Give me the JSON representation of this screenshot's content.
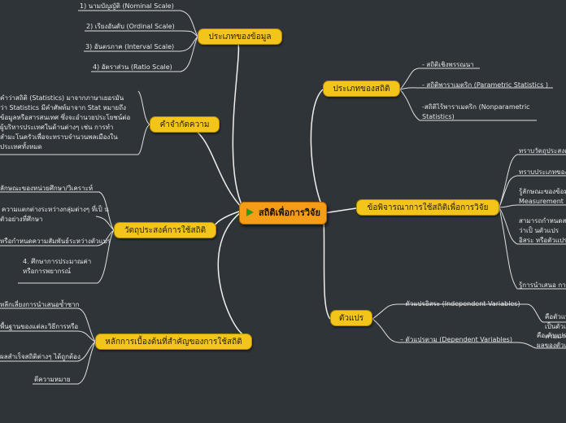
{
  "central": {
    "label": "สถิติเพื่อการวิจัย",
    "icon": "flag-icon"
  },
  "branches": {
    "types_of_data": {
      "label": "ประเภทของข้อมูล",
      "items": [
        "1) นามบัญญัติ (Nominal Scale)",
        "2) เรียงอันดับ (Ordinal Scale)",
        "3) อันตรภาค (Interval Scale)",
        "4) อัตราส่วน (Ratio Scale)"
      ]
    },
    "definition": {
      "label": "คำจำกัดความ",
      "text": [
        "คำว่าสถิติ (Statistics) มาจากภาษาเยอรมัน",
        "ว่า Statistics มีคำศัพท์มาจาก Stat หมายถึง",
        "ข้อมูลหรือสารสนเทศ ซึ่งจะอำนวยประโยชน์ต่อ",
        "ผู้บริหารประเทศในด้านต่างๆ เช่น การทำ",
        "สำมะโนครัวเพื่อจะทราบจำนวนพลเมืองใน",
        "ประเทศทั้งหมด"
      ]
    },
    "objectives": {
      "label": "วัตถุประสงค์การใช้สถิติ",
      "items": [
        "ลักษณะของหน่วยศึกษา/วิเคราะห์",
        "ความแตกต่างระหว่างกลุ่มต่างๆ ที่เป็ น",
        "ตัวอย่างที่ศึกษา",
        "หรือกำหนดความสัมพันธ์ระหว่างตัวแปร",
        "4. ศึกษาการประมาณค่า",
        "หรือการพยากรณ์"
      ]
    },
    "principles": {
      "label": "หลักการเบื้องต้นที่สำคัญของการใช้สถิติ",
      "items": [
        "หลีกเลี่ยงการนำเสนอซ้ำซาก",
        "พื้นฐานของแต่ละวิธีการหรือ",
        "ผลสำเร็จสถิติต่างๆ ได้ถูกต้อง",
        "ตีความหมาย"
      ]
    },
    "types_of_stats": {
      "label": "ประเภทของสถิติ",
      "items": [
        "- สถิติเชิงพรรณนา",
        "- สถิติพาราเมตริก (Parametric Statistics )",
        "-สถิติไร้พาราเมตริก (Nonparametric",
        "Statistics)"
      ]
    },
    "considerations": {
      "label": "ข้อพิจารณาการใช้สถิติเพื่อการวิจัย",
      "items": [
        "ทราบวัตถุประสงค์",
        "ทราบประเภทของ",
        "รู้ลักษณะของข้อมู",
        "Measurement",
        "สามารถกำหนดสถิ",
        "ว่าเป็ นตัวแปร",
        "อิสระ หรือตัวแปร",
        "รู้การนำเสนอ การ"
      ]
    },
    "variables": {
      "label": "ตัวแปร",
      "items": [
        "– ตัวแปรอิสระ (Independent Variables)",
        "– ตัวแปรตาม (Dependent Variables)"
      ],
      "details": [
        "คือตัวแปร",
        "เป็นตัวแปร",
        "ตามมา",
        "คือ ตัวแปร",
        "ผลของตัวแ"
      ]
    }
  }
}
